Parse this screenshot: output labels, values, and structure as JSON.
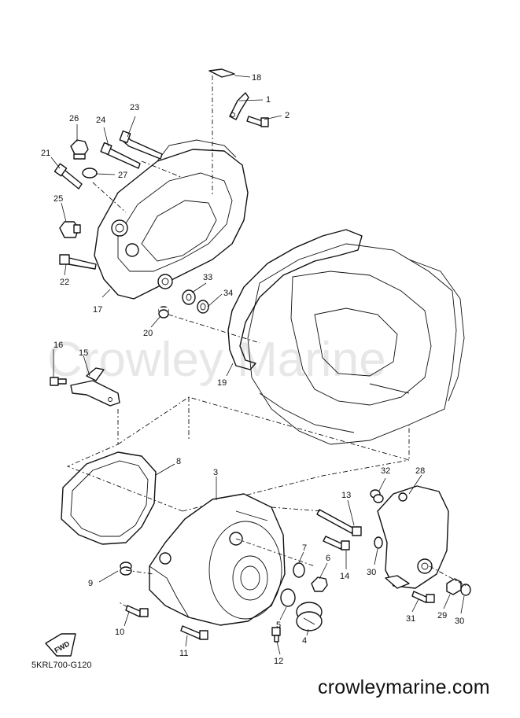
{
  "diagram_code": "5KRL700-G120",
  "brand_url": "crowleymarine.com",
  "watermark": "Crowley Marine",
  "fwd_label": "FWD",
  "callouts": [
    {
      "id": "c1",
      "label": "1"
    },
    {
      "id": "c2",
      "label": "2"
    },
    {
      "id": "c3",
      "label": "3"
    },
    {
      "id": "c4",
      "label": "4"
    },
    {
      "id": "c5",
      "label": "5"
    },
    {
      "id": "c6",
      "label": "6"
    },
    {
      "id": "c7",
      "label": "7"
    },
    {
      "id": "c8",
      "label": "8"
    },
    {
      "id": "c9",
      "label": "9"
    },
    {
      "id": "c10",
      "label": "10"
    },
    {
      "id": "c11",
      "label": "11"
    },
    {
      "id": "c12",
      "label": "12"
    },
    {
      "id": "c13",
      "label": "13"
    },
    {
      "id": "c14",
      "label": "14"
    },
    {
      "id": "c15",
      "label": "15"
    },
    {
      "id": "c16",
      "label": "16"
    },
    {
      "id": "c17",
      "label": "17"
    },
    {
      "id": "c18",
      "label": "18"
    },
    {
      "id": "c19",
      "label": "19"
    },
    {
      "id": "c20",
      "label": "20"
    },
    {
      "id": "c21",
      "label": "21"
    },
    {
      "id": "c22",
      "label": "22"
    },
    {
      "id": "c23",
      "label": "23"
    },
    {
      "id": "c24",
      "label": "24"
    },
    {
      "id": "c25",
      "label": "25"
    },
    {
      "id": "c26",
      "label": "26"
    },
    {
      "id": "c27",
      "label": "27"
    },
    {
      "id": "c28",
      "label": "28"
    },
    {
      "id": "c29",
      "label": "29"
    },
    {
      "id": "c30a",
      "label": "30"
    },
    {
      "id": "c30b",
      "label": "30"
    },
    {
      "id": "c31",
      "label": "31"
    },
    {
      "id": "c32",
      "label": "32"
    },
    {
      "id": "c33",
      "label": "33"
    },
    {
      "id": "c34",
      "label": "34"
    }
  ]
}
